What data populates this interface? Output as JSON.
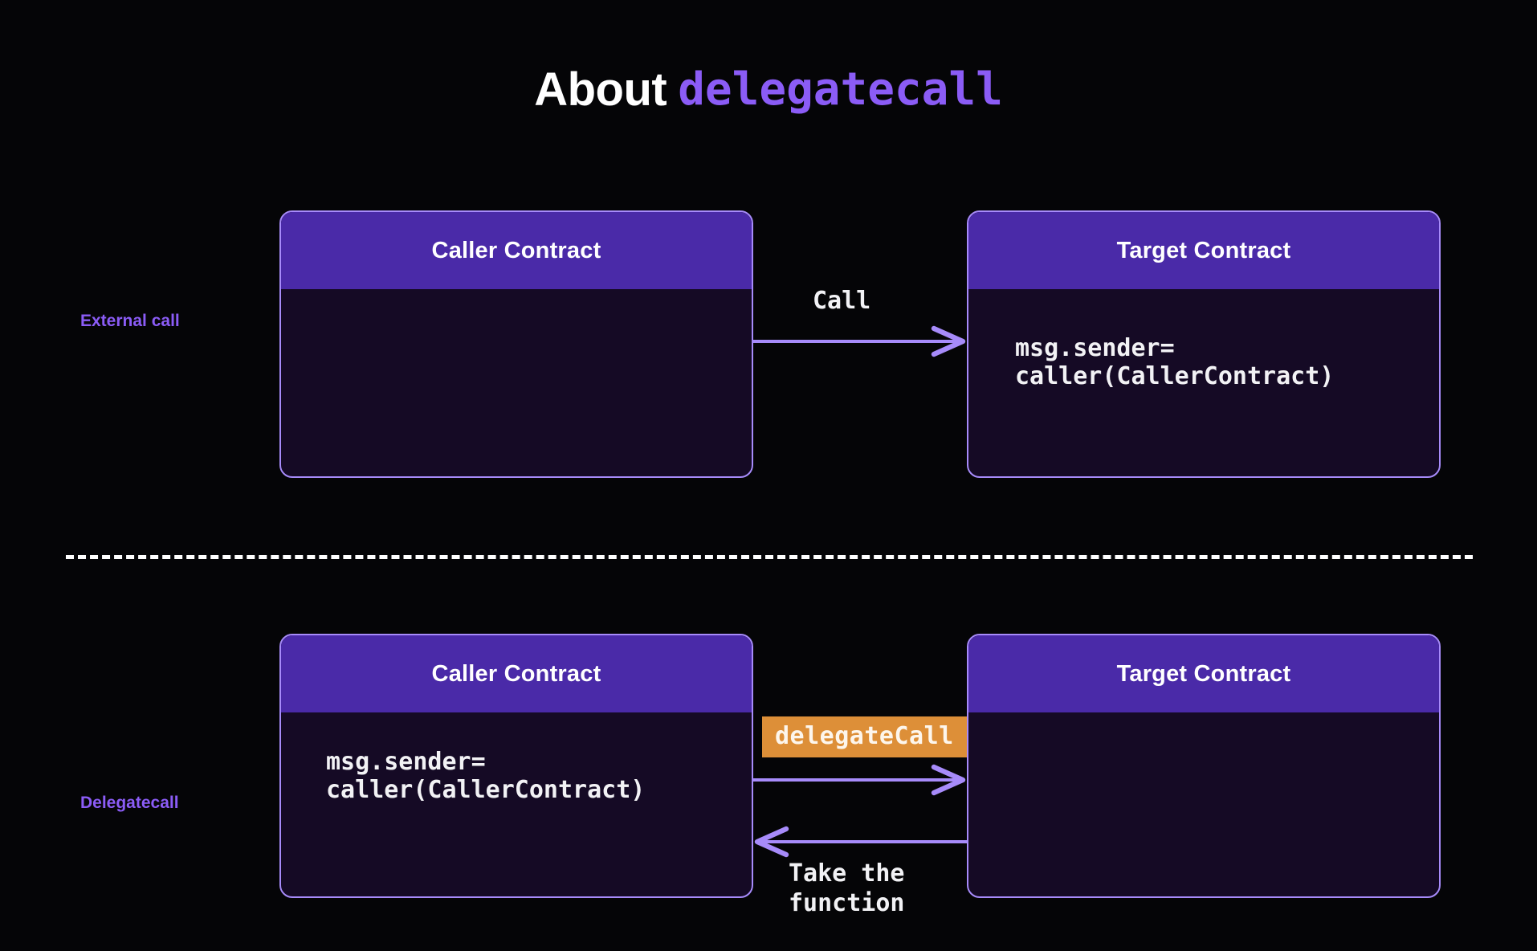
{
  "title": {
    "prefix": "About",
    "keyword": "delegatecall"
  },
  "colors": {
    "background": "#050507",
    "card_header": "#4a2aa8",
    "card_body": "#150a25",
    "card_border": "#a78bfa",
    "accent_purple": "#8b5cf6",
    "arrow": "#a78bfa",
    "badge_orange": "#dd8f38",
    "text_white": "#ffffff",
    "divider": "#ffffff"
  },
  "rows": [
    {
      "label": "External call",
      "cards": [
        {
          "title": "Caller Contract",
          "code": ""
        },
        {
          "title": "Target Contract",
          "code": "msg.sender=\ncaller(CallerContract)"
        }
      ],
      "edge_labels": [
        {
          "name": "call",
          "text": "Call"
        }
      ]
    },
    {
      "label": "Delegatecall",
      "cards": [
        {
          "title": "Caller Contract",
          "code": "msg.sender=\ncaller(CallerContract)"
        },
        {
          "title": "Target Contract",
          "code": ""
        }
      ],
      "edge_labels": [
        {
          "name": "delegatecall-badge",
          "text": "delegateCall"
        },
        {
          "name": "take-the-function",
          "text": "Take the\nfunction"
        }
      ]
    }
  ],
  "divider": {
    "style": "dashed",
    "color": "#ffffff"
  }
}
